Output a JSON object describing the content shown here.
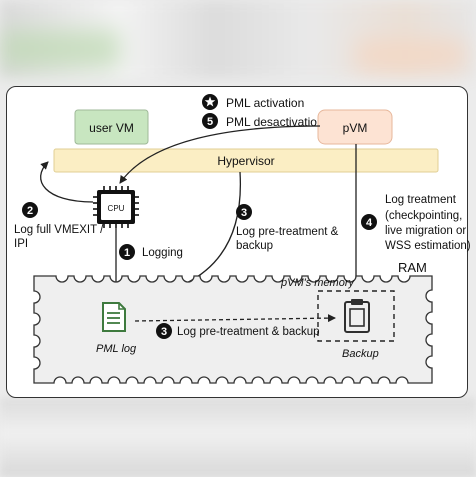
{
  "legend": {
    "activation_label": "PML activation",
    "desactivation_number": "5",
    "desactivation_label": "PML desactivation"
  },
  "boxes": {
    "user_vm": "user VM",
    "pvm": "pVM",
    "hypervisor": "Hypervisor",
    "cpu": "CPU"
  },
  "ram": {
    "label": "RAM",
    "pvm_memory_label": "pVM's memory",
    "pml_log_label": "PML log",
    "backup_label": "Backup"
  },
  "steps": {
    "step1": {
      "number": "1",
      "lines": [
        "Logging"
      ]
    },
    "step2": {
      "number": "2",
      "lines": [
        "Log full VMEXIT /",
        "IPI"
      ]
    },
    "step3_upper": {
      "number": "3",
      "lines": [
        "Log pre-treatment &",
        "backup"
      ]
    },
    "step3_lower": {
      "number": "3",
      "lines": [
        "Log pre-treatment & backup"
      ]
    },
    "step4": {
      "number": "4",
      "lines": [
        "Log treatment",
        "(checkpointing,",
        "live migration or",
        "WSS estimation)"
      ]
    }
  },
  "colors": {
    "user_vm_fill": "#c8e6c0",
    "pvm_fill": "#fde3d3",
    "hypervisor_fill": "#fbeec4",
    "ram_fill": "#efefef",
    "green_icon": "#3e7a3e",
    "backup_icon": "#2f2f2f"
  },
  "icons": {
    "activation": "star-icon",
    "pml_log": "document-icon",
    "backup": "clipboard-icon",
    "cpu": "cpu-chip-icon"
  }
}
